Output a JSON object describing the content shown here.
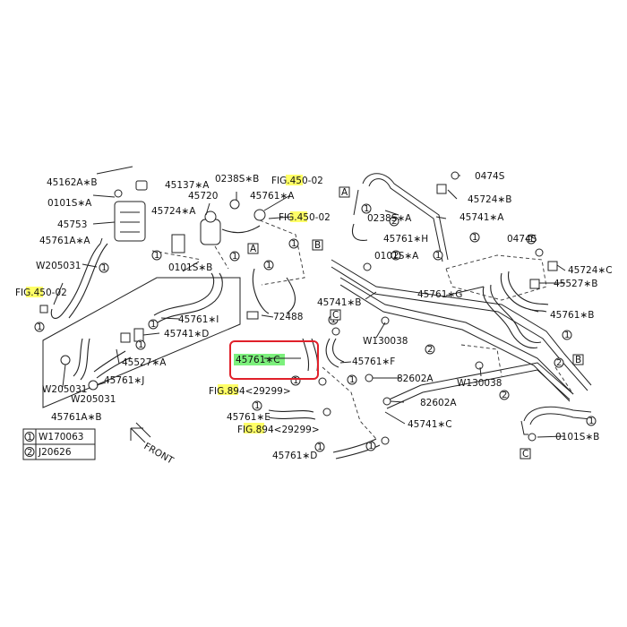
{
  "labels": {
    "p45162A_B": "45162A∗B",
    "p45137_A": "45137∗A",
    "p0238S_B": "0238S∗B",
    "fig450_top": "FIG.450-02",
    "p0101S_A_left": "0101S∗A",
    "p45720": "45720",
    "p45761_A": "45761∗A",
    "p45724_A": "45724∗A",
    "fig450_mid": "FIG.450-02",
    "p45753": "45753",
    "p45761A_A": "45761A∗A",
    "w205031_a": "W205031",
    "p0101S_B_left": "0101S∗B",
    "fig450_left": "FIG.450-02",
    "p45761_I": "45761∗I",
    "p72488": "72488",
    "p45741_D": "45741∗D",
    "p45527_A": "45527∗A",
    "p45761_J": "45761∗J",
    "w205031_b": "W205031",
    "w205031_c": "W205031",
    "p45761A_B": "45761A∗B",
    "p0474S_top": "0474S",
    "p45724_B": "45724∗B",
    "p0238S_A": "0238S∗A",
    "p45741_A": "45741∗A",
    "p45761_H": "45761∗H",
    "p0101S_A_mid": "0101S∗A",
    "p0474S_right": "0474S",
    "p45724_C": "45724∗C",
    "p45527_B": "45527∗B",
    "p45741_B": "45741∗B",
    "p45761_G": "45761∗G",
    "p45761_B": "45761∗B",
    "w130038_a": "W130038",
    "p45761_C": "45761∗C",
    "p45761_F": "45761∗F",
    "p82602A_a": "82602A",
    "w130038_b": "W130038",
    "p82602A_b": "82602A",
    "fig894_a": "FIG.894<29299>",
    "p45761_E": "45761∗E",
    "fig894_b": "FIG.894<29299>",
    "p45741_C": "45741∗C",
    "p45761_D": "45761∗D",
    "p0101S_B_right": "0101S∗B",
    "front": "FRONT"
  },
  "ref_boxes": {
    "A1": "A",
    "A2": "A",
    "B1": "B",
    "B2": "B",
    "C1": "C",
    "C2": "C"
  },
  "callouts": {
    "one": "1",
    "two": "2"
  },
  "legend": {
    "rows": [
      {
        "num": "1",
        "part": "W170063"
      },
      {
        "num": "2",
        "part": "J20626"
      }
    ]
  },
  "colors": {
    "highlight_yellow": "#ffff66",
    "highlight_green": "#7cf07c",
    "focus_box": "#e0202a"
  }
}
